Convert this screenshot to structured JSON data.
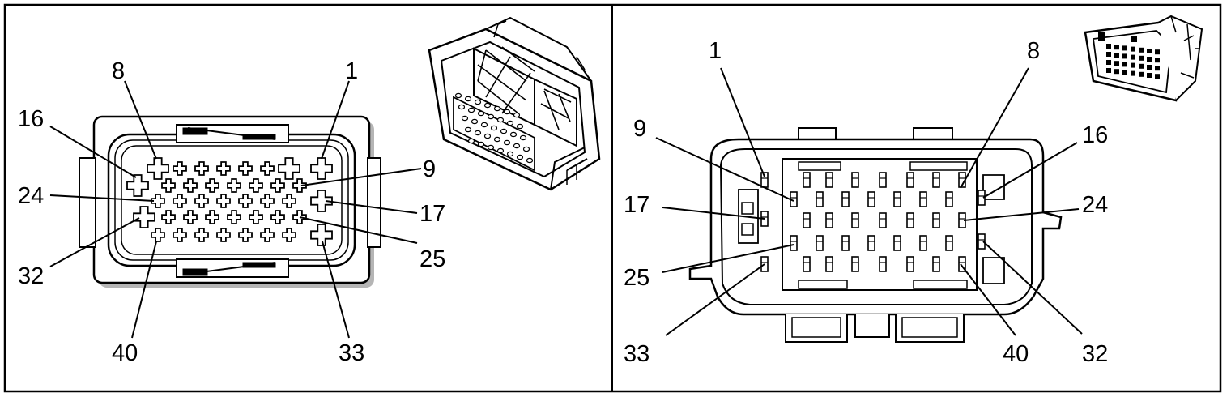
{
  "left_panel": {
    "labels": {
      "p1": "1",
      "p8": "8",
      "p16": "16",
      "p9": "9",
      "p24": "24",
      "p17": "17",
      "p32": "32",
      "p25": "25",
      "p40": "40",
      "p33": "33"
    }
  },
  "right_panel": {
    "labels": {
      "p1": "1",
      "p8": "8",
      "p9": "9",
      "p16": "16",
      "p17": "17",
      "p24": "24",
      "p25": "25",
      "p32": "32",
      "p33": "33",
      "p40": "40"
    }
  }
}
